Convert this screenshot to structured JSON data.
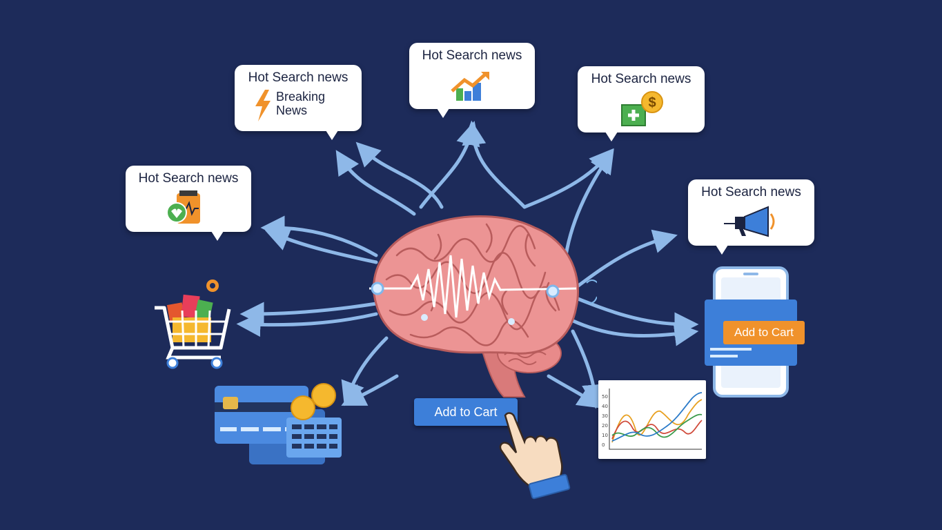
{
  "bubbles": {
    "breaking": {
      "title": "Hot Search news",
      "line1": "Breaking",
      "line2": "News",
      "icon": "lightning-icon"
    },
    "growth": {
      "title": "Hot Search news",
      "icon": "growth-chart-icon"
    },
    "finance": {
      "title": "Hot Search news",
      "icon": "money-icon"
    },
    "health": {
      "title": "Hot Search news",
      "icon": "health-icon"
    },
    "announce": {
      "title": "Hot Search news",
      "icon": "megaphone-icon"
    }
  },
  "center_button": {
    "label": "Add to Cart"
  },
  "phone": {
    "button_label": "Add to Cart"
  },
  "line_chart": {
    "tick_labels": [
      "50",
      "40",
      "30",
      "20",
      "10",
      "0"
    ],
    "series_colors": [
      "#e8a020",
      "#d04a3a",
      "#3a9a4a",
      "#2a7ac8"
    ]
  },
  "colors": {
    "background": "#1d2b5a",
    "arrow": "#8eb8e8",
    "brain": "#e88a8a",
    "accent_orange": "#f0922b",
    "accent_blue": "#3d7fd9"
  }
}
